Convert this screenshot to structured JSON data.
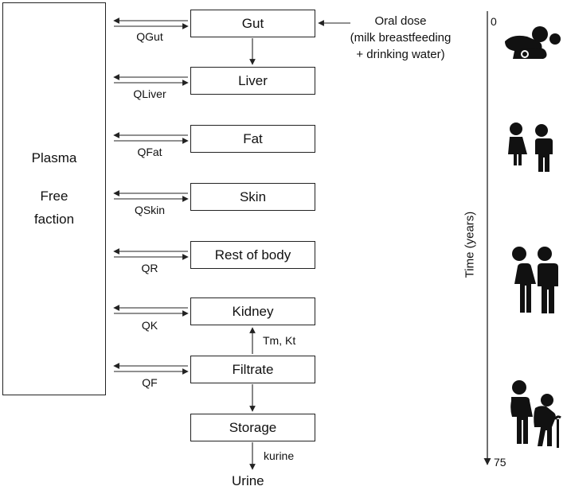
{
  "plasma": {
    "line1": "Plasma",
    "line2": "Free",
    "line3": "faction"
  },
  "compartments": {
    "gut": "Gut",
    "liver": "Liver",
    "fat": "Fat",
    "skin": "Skin",
    "rest": "Rest of body",
    "kidney": "Kidney",
    "filtrate": "Filtrate",
    "storage": "Storage"
  },
  "flows": {
    "gut": "QGut",
    "liver": "QLiver",
    "fat": "QFat",
    "skin": "QSkin",
    "rest": "QR",
    "kidney": "QK",
    "filtrate": "QF"
  },
  "labels": {
    "reabsorption": "Tm, Kt",
    "excretion_rate": "kurine",
    "urine": "Urine",
    "oral_line1": "Oral dose",
    "oral_line2": "(milk breastfeeding",
    "oral_line3": "+ drinking water)"
  },
  "time_axis": {
    "label": "Time (years)",
    "start": "0",
    "end": "75"
  },
  "icons": [
    "infant-icon",
    "children-icon",
    "adults-icon",
    "elderly-icon"
  ]
}
